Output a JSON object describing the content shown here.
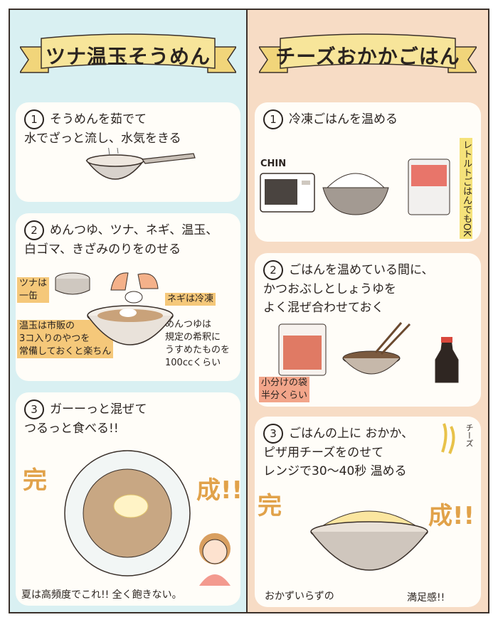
{
  "left": {
    "title": "ツナ温玉そうめん",
    "steps": [
      {
        "num": "1",
        "text": "そうめんを茹でて\n水でざっと流し、水気をきる"
      },
      {
        "num": "2",
        "text": "めんつゆ、ツナ、ネギ、温玉、\n白ゴマ、きざみのりをのせる"
      },
      {
        "num": "3",
        "text": "ガーーっと混ぜて\nつるっと食べる!!"
      }
    ],
    "notes": {
      "tuna": "ツナは\n一缶",
      "negi": "ネギは冷凍",
      "ontama": "温玉は市販の\n3コ入りのやつを\n常備しておくと楽ちん",
      "mentsuyu": "めんつゆは\n規定の希釈に\nうすめたものを\n100ccくらい"
    },
    "done": [
      "完",
      "成!!"
    ],
    "footer": "夏は高頻度でこれ!! 全く飽きない。"
  },
  "right": {
    "title": "チーズおかかごはん",
    "steps": [
      {
        "num": "1",
        "text": "冷凍ごはんを温める"
      },
      {
        "num": "2",
        "text": "ごはんを温めている間に、\nかつおぶしとしょうゆを\nよく混ぜ合わせておく"
      },
      {
        "num": "3",
        "text": "ごはんの上に おかか、\nピザ用チーズをのせて\nレンジで30〜40秒 温める"
      }
    ],
    "notes": {
      "chin": "CHIN",
      "retort": "レトルトごはんでもOK",
      "package": "小分けの袋\n半分くらい",
      "cheese": "チーズ"
    },
    "done": [
      "完",
      "成!!"
    ],
    "captions": [
      "おかずいらずの",
      "満足感!!"
    ]
  },
  "colors": {
    "left_bg": "#d9f0f2",
    "right_bg": "#f7dcc5",
    "banner": "#f7e59a",
    "accent": "#e1a24a"
  }
}
